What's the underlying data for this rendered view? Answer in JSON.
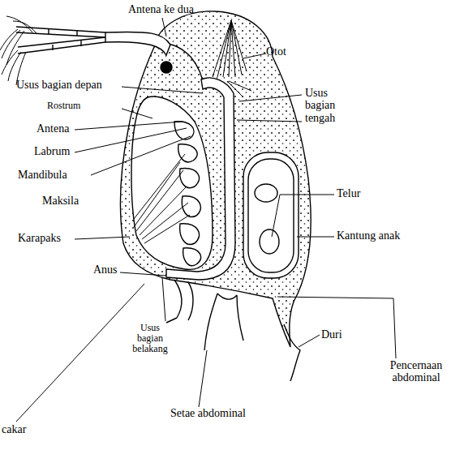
{
  "diagram": {
    "labels": [
      "Antena ke dua",
      "Otot",
      "Usus bagian depan",
      "Rostrum",
      "Usus bagian tengah",
      "Antena",
      "Labrum",
      "Mandibula",
      "Telur",
      "Maksila",
      "Kantung anak",
      "Karapaks",
      "Anus",
      "Duri",
      "Usus bagian belakang",
      "Pencernaan abdominal",
      "Setae abdominal",
      "cakar"
    ]
  }
}
